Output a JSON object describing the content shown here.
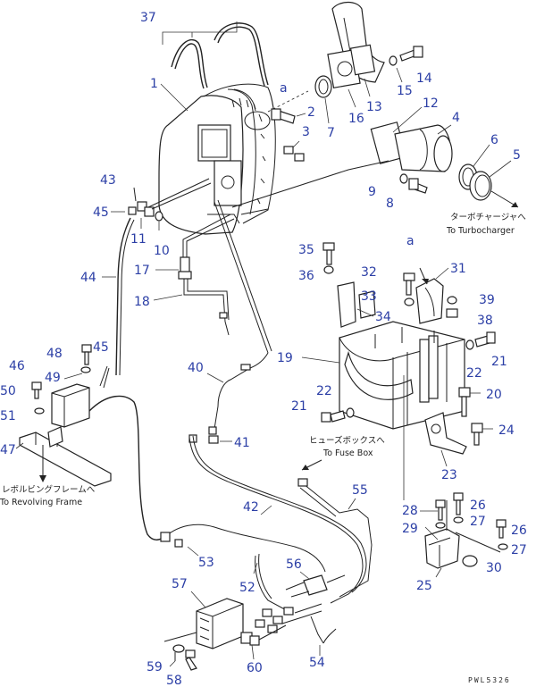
{
  "callouts": [
    {
      "id": "c37",
      "text": "37"
    },
    {
      "id": "c1",
      "text": "1"
    },
    {
      "id": "ca1",
      "text": "a"
    },
    {
      "id": "c2",
      "text": "2"
    },
    {
      "id": "c3",
      "text": "3"
    },
    {
      "id": "c7",
      "text": "7"
    },
    {
      "id": "c16",
      "text": "16"
    },
    {
      "id": "c13",
      "text": "13"
    },
    {
      "id": "c15",
      "text": "15"
    },
    {
      "id": "c14",
      "text": "14"
    },
    {
      "id": "c12",
      "text": "12"
    },
    {
      "id": "c4",
      "text": "4"
    },
    {
      "id": "c6",
      "text": "6"
    },
    {
      "id": "c5",
      "text": "5"
    },
    {
      "id": "c9",
      "text": "9"
    },
    {
      "id": "c8",
      "text": "8"
    },
    {
      "id": "c43",
      "text": "43"
    },
    {
      "id": "c45a",
      "text": "45"
    },
    {
      "id": "c11",
      "text": "11"
    },
    {
      "id": "c10",
      "text": "10"
    },
    {
      "id": "c44",
      "text": "44"
    },
    {
      "id": "c17",
      "text": "17"
    },
    {
      "id": "c18",
      "text": "18"
    },
    {
      "id": "c35",
      "text": "35"
    },
    {
      "id": "c36",
      "text": "36"
    },
    {
      "id": "ca2",
      "text": "a"
    },
    {
      "id": "c32",
      "text": "32"
    },
    {
      "id": "c31",
      "text": "31"
    },
    {
      "id": "c33",
      "text": "33"
    },
    {
      "id": "c34",
      "text": "34"
    },
    {
      "id": "c39",
      "text": "39"
    },
    {
      "id": "c38",
      "text": "38"
    },
    {
      "id": "c19",
      "text": "19"
    },
    {
      "id": "c21a",
      "text": "21"
    },
    {
      "id": "c22a",
      "text": "22"
    },
    {
      "id": "c40",
      "text": "40"
    },
    {
      "id": "c48",
      "text": "48"
    },
    {
      "id": "c45b",
      "text": "45"
    },
    {
      "id": "c46",
      "text": "46"
    },
    {
      "id": "c49",
      "text": "49"
    },
    {
      "id": "c50",
      "text": "50"
    },
    {
      "id": "c51",
      "text": "51"
    },
    {
      "id": "c47",
      "text": "47"
    },
    {
      "id": "c22b",
      "text": "22"
    },
    {
      "id": "c21b",
      "text": "21"
    },
    {
      "id": "c20",
      "text": "20"
    },
    {
      "id": "c24",
      "text": "24"
    },
    {
      "id": "c41",
      "text": "41"
    },
    {
      "id": "c23",
      "text": "23"
    },
    {
      "id": "c55",
      "text": "55"
    },
    {
      "id": "c28",
      "text": "28"
    },
    {
      "id": "c26a",
      "text": "26"
    },
    {
      "id": "c27a",
      "text": "27"
    },
    {
      "id": "c29",
      "text": "29"
    },
    {
      "id": "c26b",
      "text": "26"
    },
    {
      "id": "c27b",
      "text": "27"
    },
    {
      "id": "c42",
      "text": "42"
    },
    {
      "id": "c53",
      "text": "53"
    },
    {
      "id": "c30",
      "text": "30"
    },
    {
      "id": "c56",
      "text": "56"
    },
    {
      "id": "c25",
      "text": "25"
    },
    {
      "id": "c57",
      "text": "57"
    },
    {
      "id": "c52",
      "text": "52"
    },
    {
      "id": "c54",
      "text": "54"
    },
    {
      "id": "c59",
      "text": "59"
    },
    {
      "id": "c60",
      "text": "60"
    },
    {
      "id": "c58",
      "text": "58"
    }
  ],
  "labels": {
    "turbo_jp": "ターボチャージャへ",
    "turbo_en": "To Turbocharger",
    "fuse_jp": "ヒューズボックスへ",
    "fuse_en": "To Fuse Box",
    "revolving_jp": "レボルビングフレームへ",
    "revolving_en": "To Revolving Frame",
    "drawing_code": "PWL5326"
  },
  "colors": {
    "callout": "#2c3fa6",
    "line": "#222222"
  }
}
